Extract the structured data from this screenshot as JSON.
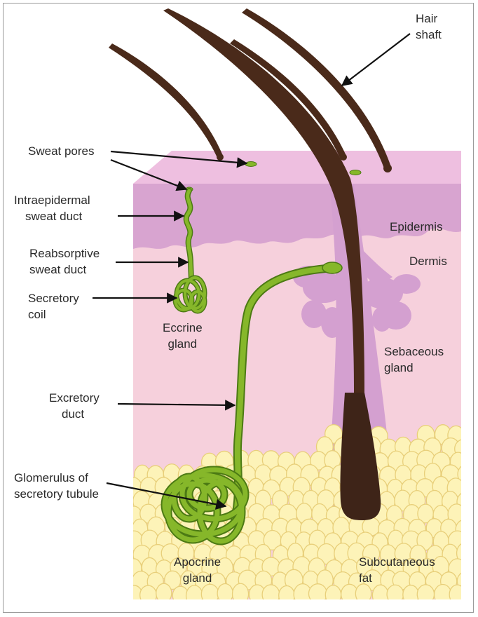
{
  "labels": {
    "hair_shaft": [
      "Hair",
      "shaft"
    ],
    "sweat_pores": "Sweat pores",
    "intraepidermal": [
      "Intraepidermal",
      "sweat duct"
    ],
    "reabsorptive": [
      "Reabsorptive",
      "sweat duct"
    ],
    "secretory_coil": [
      "Secretory",
      "coil"
    ],
    "eccrine": [
      "Eccrine",
      "gland"
    ],
    "excretory": [
      "Excretory",
      "duct"
    ],
    "glomerulus": [
      "Glomerulus of",
      "secretory tubule"
    ],
    "apocrine": [
      "Apocrine",
      "gland"
    ],
    "epidermis": "Epidermis",
    "dermis": "Dermis",
    "sebaceous": [
      "Sebaceous",
      "gland"
    ],
    "subcutaneous": [
      "Subcutaneous",
      "fat"
    ]
  },
  "colors": {
    "epidermis_top": "#eebfe0",
    "epidermis": "#d8a4d0",
    "dermis": "#f6d0dc",
    "sebaceous": "#d4a0d0",
    "hair": "#4a2a1a",
    "fat_fill": "#fdf3b8",
    "fat_stroke": "#e8cf7a",
    "gland": "#86b72a",
    "gland_dark": "#4c7a14",
    "arrow": "#111111"
  }
}
